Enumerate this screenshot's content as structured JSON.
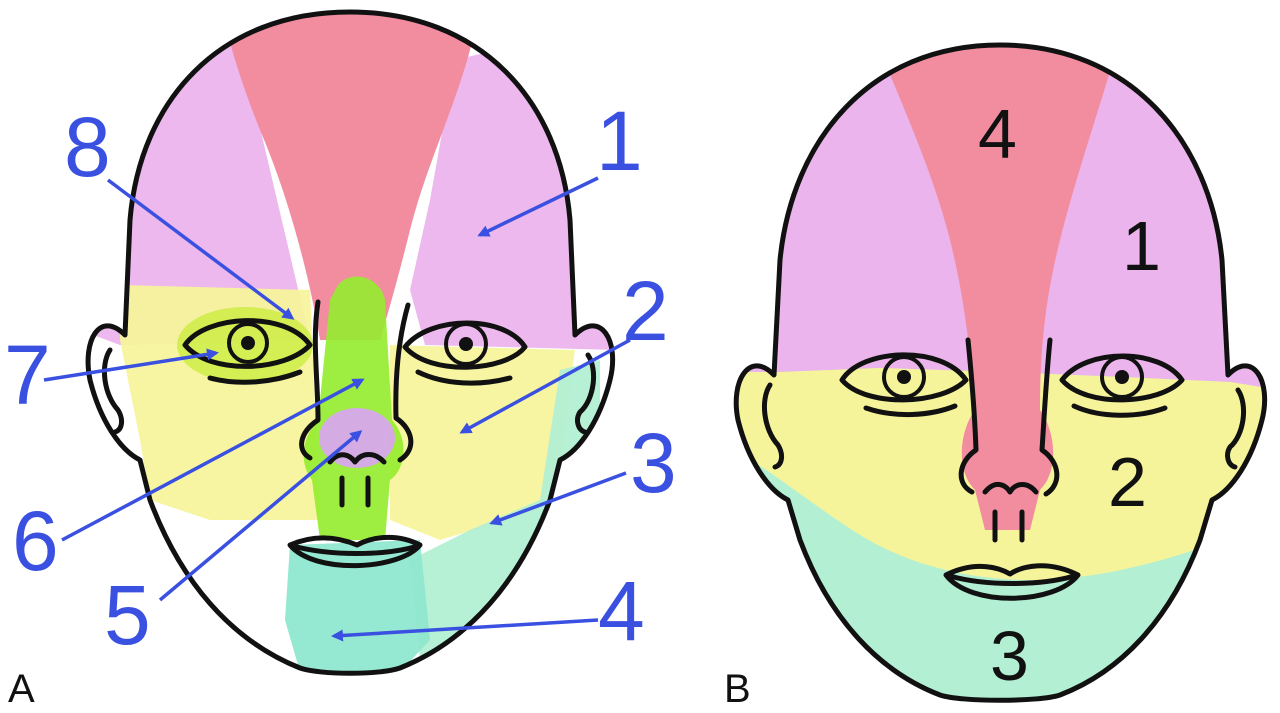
{
  "panels": [
    {
      "letter": "A",
      "callouts": [
        {
          "label": "1",
          "colour": "#3a50e0"
        },
        {
          "label": "2",
          "colour": "#3a50e0"
        },
        {
          "label": "3",
          "colour": "#3a50e0"
        },
        {
          "label": "4",
          "colour": "#3a50e0"
        },
        {
          "label": "5",
          "colour": "#3a50e0"
        },
        {
          "label": "6",
          "colour": "#3a50e0"
        },
        {
          "label": "7",
          "colour": "#3a50e0"
        },
        {
          "label": "8",
          "colour": "#3a50e0"
        }
      ]
    },
    {
      "letter": "B",
      "zones": [
        {
          "label": "4",
          "colour": "#f28da0"
        },
        {
          "label": "1",
          "colour": "#ecb4ec"
        },
        {
          "label": "2",
          "colour": "#f6f49a"
        },
        {
          "label": "3",
          "colour": "#b2efd3"
        }
      ]
    }
  ],
  "colours": {
    "pink": "#ecb4ec",
    "red": "#f28da0",
    "yellow": "#f6f49a",
    "mint": "#b2efd3",
    "lime": "#93ec2e",
    "lilac": "#d8a6ec",
    "teal": "#8fe7cf",
    "arrow_blue": "#3a50e0"
  }
}
